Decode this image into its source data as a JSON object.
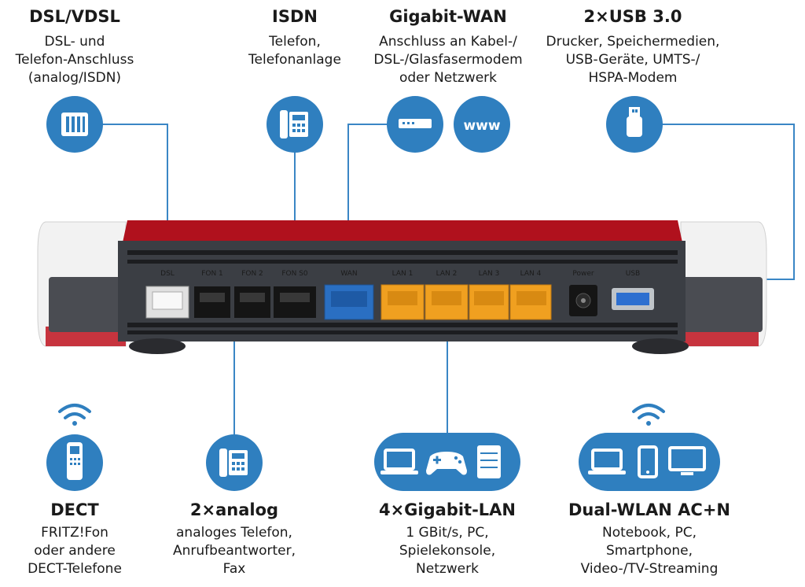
{
  "top": [
    {
      "title": "DSL/VDSL",
      "desc": "DSL- und\nTelefon-Anschluss\n(analog/ISDN)",
      "icon": "dsl-splitter-icon"
    },
    {
      "title": "ISDN",
      "desc": "Telefon,\nTelefonanlage",
      "icon": "desk-phone-icon"
    },
    {
      "title": "Gigabit-WAN",
      "desc": "Anschluss an Kabel-/\nDSL-/Glasfasermodem\noder Netzwerk",
      "icons": [
        "modem-icon",
        "www-icon"
      ],
      "www": "www"
    },
    {
      "title": "2×USB 3.0",
      "desc": "Drucker, Speichermedien,\nUSB-Geräte, UMTS-/\nHSPA-Modem",
      "icon": "usb-icon"
    }
  ],
  "bottom": [
    {
      "title": "DECT",
      "desc": "FRITZ!Fon\noder andere\nDECT-Telefone",
      "icons": [
        "wifi-icon",
        "cordless-phone-icon"
      ]
    },
    {
      "title": "2×analog",
      "desc": "analoges Telefon,\nAnrufbeantworter,\nFax",
      "icon": "desk-phone-icon"
    },
    {
      "title": "4×Gigabit-LAN",
      "desc": "1 GBit/s, PC,\nSpielekonsole,\nNetzwerk",
      "icons": [
        "laptop-icon",
        "gamepad-icon",
        "server-icon"
      ]
    },
    {
      "title": "Dual-WLAN AC+N",
      "desc": "Notebook, PC,\nSmartphone,\nVideo-/TV-Streaming",
      "icons": [
        "wifi-icon",
        "laptop-icon",
        "smartphone-icon",
        "monitor-icon"
      ]
    }
  ],
  "router": {
    "port_labels": [
      "DSL",
      "FON 1",
      "FON 2",
      "FON S0",
      "WAN",
      "LAN 1",
      "LAN 2",
      "LAN 3",
      "LAN 4",
      "Power",
      "USB"
    ]
  },
  "colors": {
    "accent": "#2f7fbf",
    "line": "#3a86c5",
    "router_body": "#3b3e44",
    "router_red": "#b0111d",
    "lan_port": "#f0a020",
    "wan_port": "#2a6fc2"
  }
}
